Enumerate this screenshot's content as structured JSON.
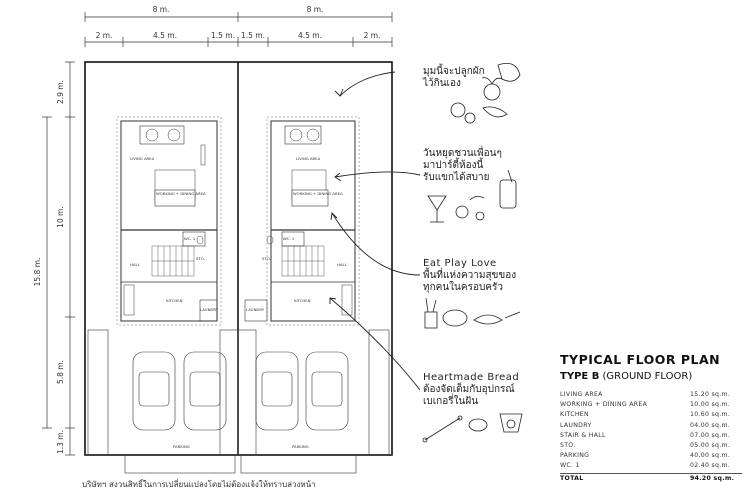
{
  "dimensions": {
    "top_total": [
      "8 m.",
      "8 m."
    ],
    "top_parts": [
      "2 m.",
      "4.5 m.",
      "1.5 m.",
      "1.5 m.",
      "4.5 m.",
      "2 m."
    ],
    "side_parts": [
      "2.9 m.",
      "10 m.",
      "5.8 m.",
      "1.3 m."
    ],
    "side_total": "15.8 m."
  },
  "rooms": {
    "living": "LIVING AREA",
    "working": "WORKING + DINING AREA",
    "wc": "WC. 1",
    "hall": "HALL",
    "sto": "STO.",
    "kitchen": "KITCHEN",
    "laundry": "LAUNDRY",
    "parking": "PARKING"
  },
  "notes": [
    {
      "id": "vegetable",
      "text": "มุมนี้จะปลูกผัก\nไว้กินเอง"
    },
    {
      "id": "friends",
      "text": "วันหยุดชวนเพื่อนๆ\nมาปาร์ตี้ห้องนี้\nรับแขกได้สบาย"
    },
    {
      "id": "eat-play-love",
      "heading": "Eat Play Love",
      "text": "พื้นที่แห่งความสุขของ\nทุกคนในครอบครัว"
    },
    {
      "id": "bread",
      "heading": "Heartmade Bread",
      "text": "ต้องจัดเต็มกับอุปกรณ์\nเบเกอรี่ในฝัน"
    }
  ],
  "copyright": "บริษัทฯ สงวนสิทธิ์ในการเปลี่ยนแปลงโดยไม่ต้องแจ้งให้ทราบล่วงหน้า",
  "legend": {
    "title": "TYPICAL FLOOR PLAN",
    "type_bold": "TYPE B",
    "type_rest": " (GROUND FLOOR)",
    "rows": [
      {
        "label": "LIVING AREA",
        "value": "15.20 sq.m."
      },
      {
        "label": "WORKING + DINING AREA",
        "value": "10.00 sq.m."
      },
      {
        "label": "KITCHEN",
        "value": "10.60 sq.m."
      },
      {
        "label": "LAUNDRY",
        "value": "04.00 sq.m."
      },
      {
        "label": "STAIR & HALL",
        "value": "07.00 sq.m."
      },
      {
        "label": "STO.",
        "value": "05.00 sq.m."
      },
      {
        "label": "PARKING",
        "value": "40.00 sq.m."
      },
      {
        "label": "WC. 1",
        "value": "02.40 sq.m."
      }
    ],
    "total": {
      "label": "TOTAL",
      "value": "94.20 sq.m."
    }
  }
}
